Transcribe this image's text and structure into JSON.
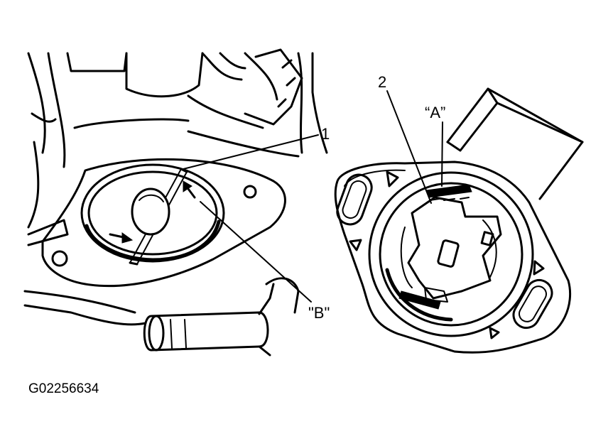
{
  "labels": {
    "callout_1": "1",
    "callout_2": "2",
    "callout_a": "“A”",
    "callout_b": "\"B\"",
    "figure_code": "G02256634"
  }
}
